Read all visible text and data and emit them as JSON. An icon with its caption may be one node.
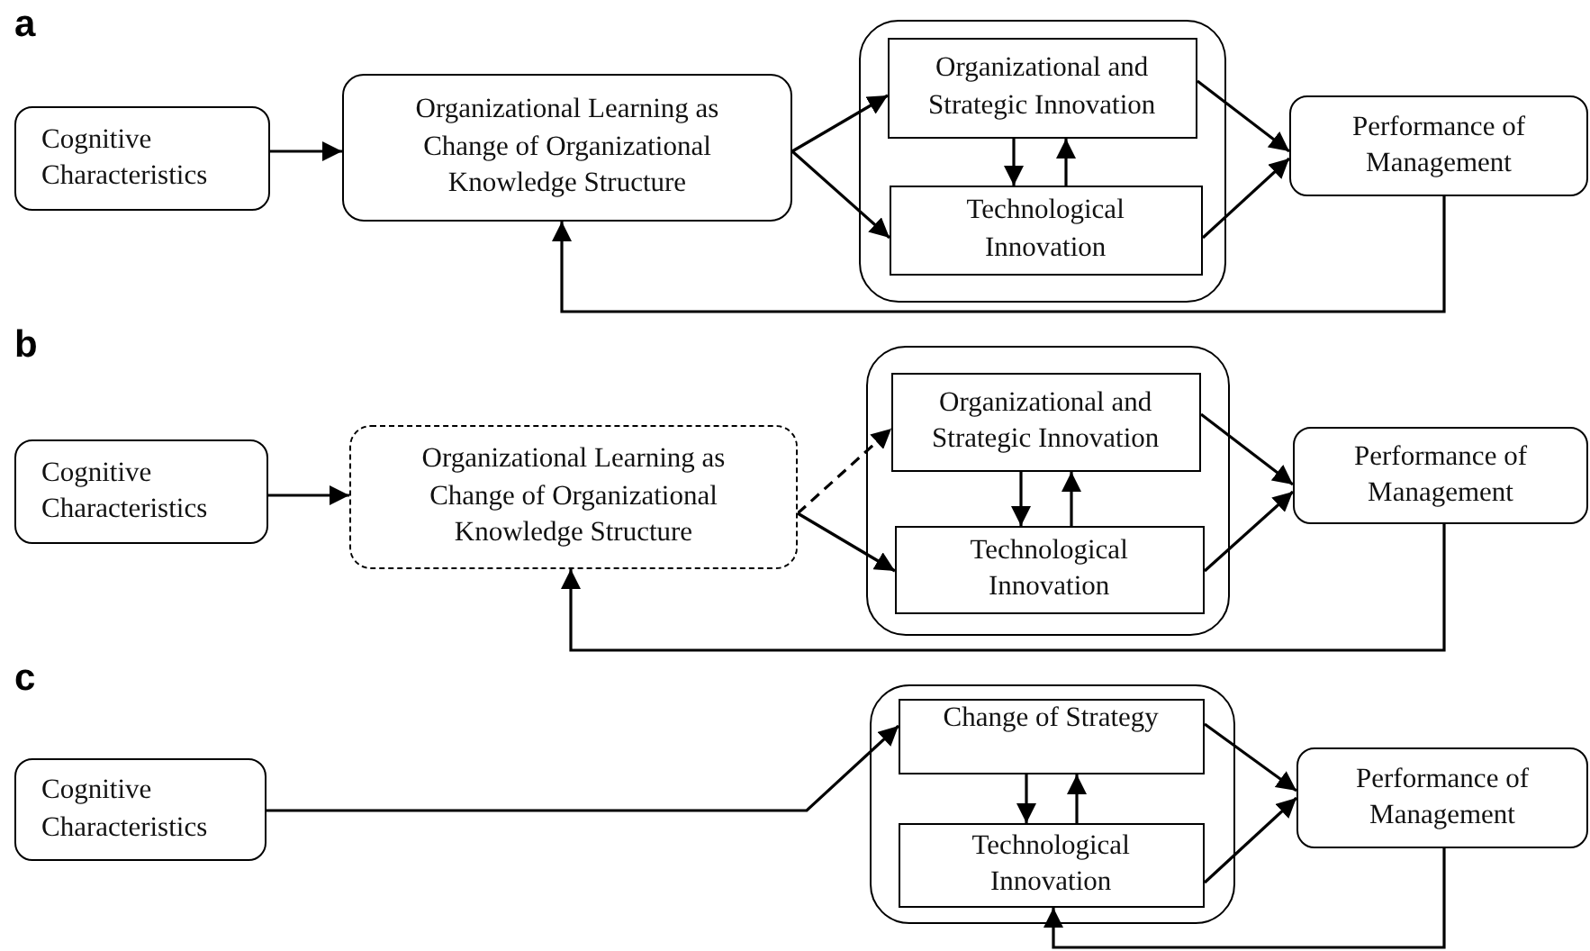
{
  "diagram": {
    "nodes": [
      {
        "text": [
          "Cognitive Characteristics"
        ]
      },
      {
        "text": [
          "Organizational Learning as Change of Organizational Knowledge Structure"
        ]
      },
      {
        "text": [],
        "shape": "box"
      },
      {
        "text": [
          "Organizational and Strategic Innovation"
        ],
        "in": 2
      },
      {
        "text": [
          "Technological Innovation"
        ],
        "in": 2
      },
      {
        "text": [
          "Performance of Management"
        ]
      },
      {
        "text": [
          "Cognitive Characteristics"
        ]
      },
      {
        "text": [
          "Organizational Learning as Change of Organizational Knowledge Structure"
        ]
      },
      {
        "text": [],
        "shape": "box"
      },
      {
        "text": [
          "Organizational and Strategic Innovation"
        ],
        "in": 8
      },
      {
        "text": [
          "Technological Innovation"
        ],
        "in": 8
      },
      {
        "text": [
          "Performance of Management"
        ]
      },
      {
        "text": [
          "Cognitive Characteristics"
        ]
      },
      {
        "text": [],
        "shape": "box"
      },
      {
        "text": [
          "Change of Strategy"
        ],
        "in": 13
      },
      {
        "text": [
          "Technological Innovation"
        ],
        "in": 13
      },
      {
        "text": [
          "Performance of Management"
        ]
      }
    ],
    "edges": [
      {
        "from": 0,
        "to": 1,
        "arrow": "to"
      },
      {
        "from": 1,
        "to": 3,
        "arrow": "to"
      },
      {
        "from": 1,
        "to": 4,
        "arrow": "to"
      },
      {
        "from": 3,
        "to": 4,
        "arrow": "to"
      },
      {
        "from": 4,
        "to": 3,
        "arrow": "to"
      },
      {
        "from": 3,
        "to": 5,
        "arrow": "to"
      },
      {
        "from": 4,
        "to": 5,
        "arrow": "to"
      },
      {
        "from": 5,
        "to": 1,
        "arrow": "to"
      },
      {
        "from": 6,
        "to": 7,
        "arrow": "to"
      },
      {
        "from": 7,
        "to": 9,
        "arrow": "to",
        "style": "dashed"
      },
      {
        "from": 7,
        "to": 10,
        "arrow": "to"
      },
      {
        "from": 9,
        "to": 10,
        "arrow": "to"
      },
      {
        "from": 10,
        "to": 9,
        "arrow": "to"
      },
      {
        "from": 9,
        "to": 11,
        "arrow": "to"
      },
      {
        "from": 10,
        "to": 11,
        "arrow": "to"
      },
      {
        "from": 11,
        "to": 7,
        "arrow": "to"
      },
      {
        "from": 12,
        "to": 14,
        "arrow": "to"
      },
      {
        "from": 14,
        "to": 15,
        "arrow": "to"
      },
      {
        "from": 15,
        "to": 14,
        "arrow": "to"
      },
      {
        "from": 14,
        "to": 16,
        "arrow": "to"
      },
      {
        "from": 15,
        "to": 16,
        "arrow": "to"
      },
      {
        "from": 16,
        "to": 15,
        "arrow": "to"
      }
    ],
    "labels": [
      "a",
      "b",
      "c"
    ]
  }
}
